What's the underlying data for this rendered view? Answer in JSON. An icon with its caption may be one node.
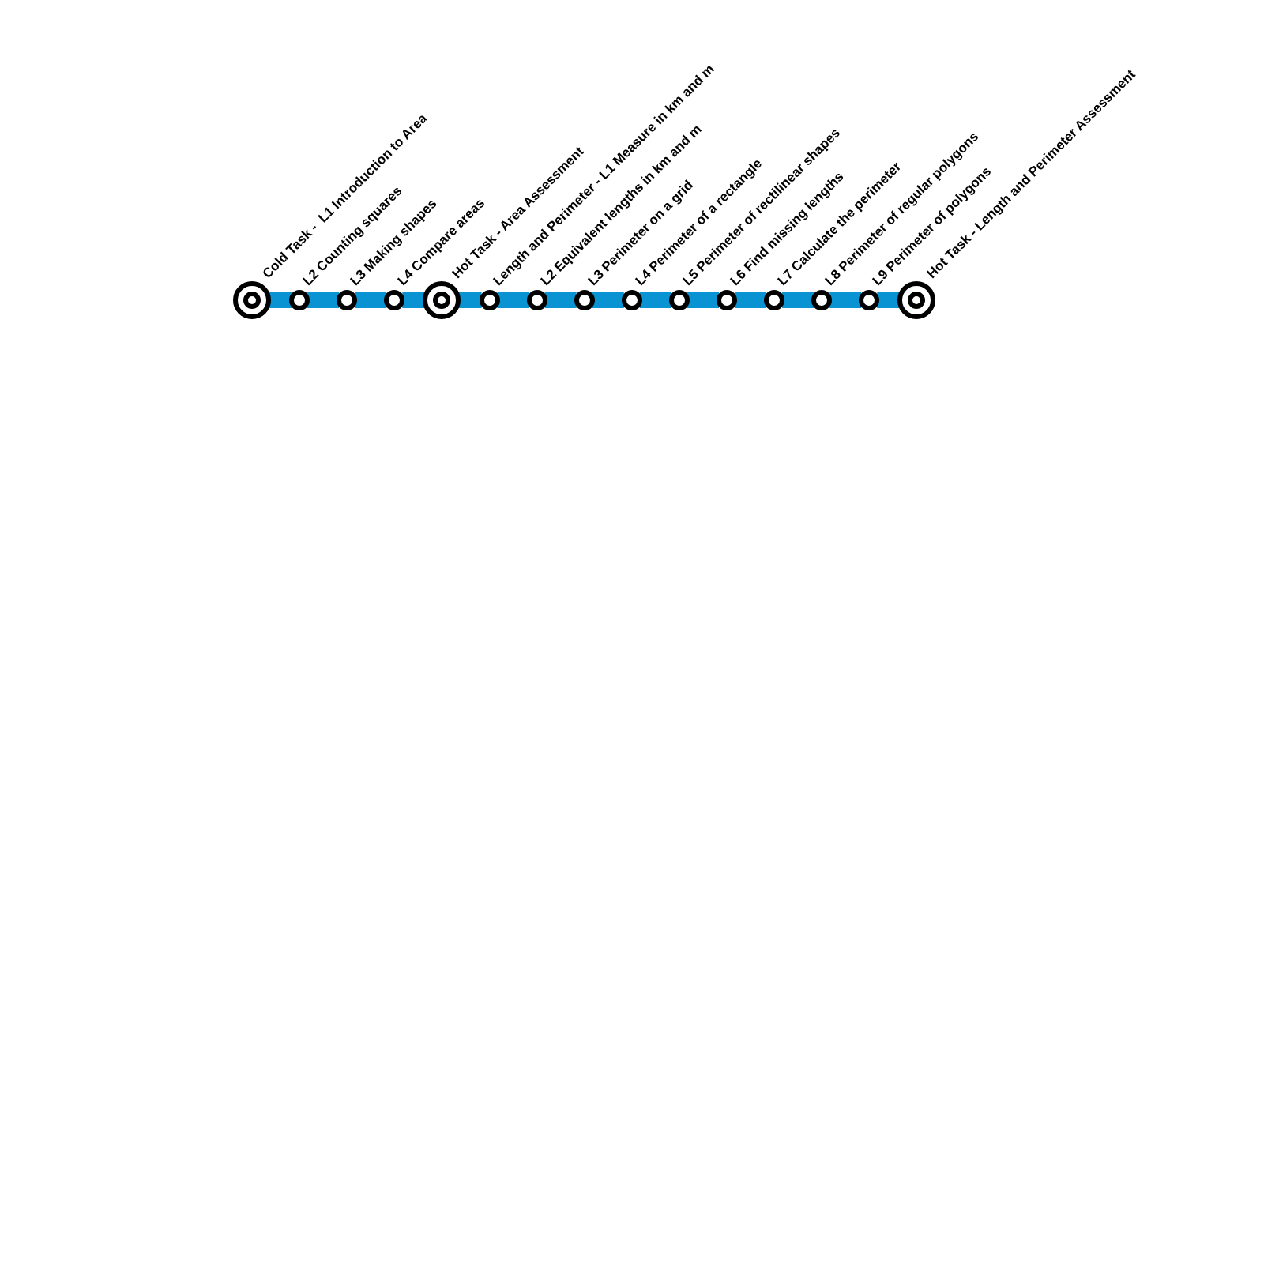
{
  "diagram": {
    "nodes": [
      {
        "text": [
          "Cold Task -  L1 Introduction to Area"
        ]
      },
      {
        "text": [
          "L2 Counting squares"
        ]
      },
      {
        "text": [
          "L3 Making shapes"
        ]
      },
      {
        "text": [
          "L4 Compare areas"
        ]
      },
      {
        "text": [
          "Hot Task - Area Assessment"
        ]
      },
      {
        "text": [
          "Length and Perimeter - L1 Measure in km and m"
        ]
      },
      {
        "text": [
          "L2 Equivalent lengths in km and m"
        ]
      },
      {
        "text": [
          "L3 Perimeter on a grid"
        ]
      },
      {
        "text": [
          "L4 Perimeter of a rectangle"
        ]
      },
      {
        "text": [
          "L5 Perimeter of rectilinear shapes"
        ]
      },
      {
        "text": [
          "L6 Find missing lengths"
        ]
      },
      {
        "text": [
          "L7 Calculate the perimeter"
        ]
      },
      {
        "text": [
          "L8 Perimeter of regular polygons"
        ]
      },
      {
        "text": [
          "L9 Perimeter of polygons"
        ]
      },
      {
        "text": [
          "Hot Task - Length and Perimeter Assessment"
        ]
      }
    ],
    "edges": [
      {
        "from": 0,
        "to": 1,
        "arrow": "none"
      },
      {
        "from": 1,
        "to": 2,
        "arrow": "none"
      },
      {
        "from": 2,
        "to": 3,
        "arrow": "none"
      },
      {
        "from": 3,
        "to": 4,
        "arrow": "none"
      },
      {
        "from": 4,
        "to": 5,
        "arrow": "none"
      },
      {
        "from": 5,
        "to": 6,
        "arrow": "none"
      },
      {
        "from": 6,
        "to": 7,
        "arrow": "none"
      },
      {
        "from": 7,
        "to": 8,
        "arrow": "none"
      },
      {
        "from": 8,
        "to": 9,
        "arrow": "none"
      },
      {
        "from": 9,
        "to": 10,
        "arrow": "none"
      },
      {
        "from": 10,
        "to": 11,
        "arrow": "none"
      },
      {
        "from": 11,
        "to": 12,
        "arrow": "none"
      },
      {
        "from": 12,
        "to": 13,
        "arrow": "none"
      },
      {
        "from": 13,
        "to": 14,
        "arrow": "none"
      }
    ]
  }
}
